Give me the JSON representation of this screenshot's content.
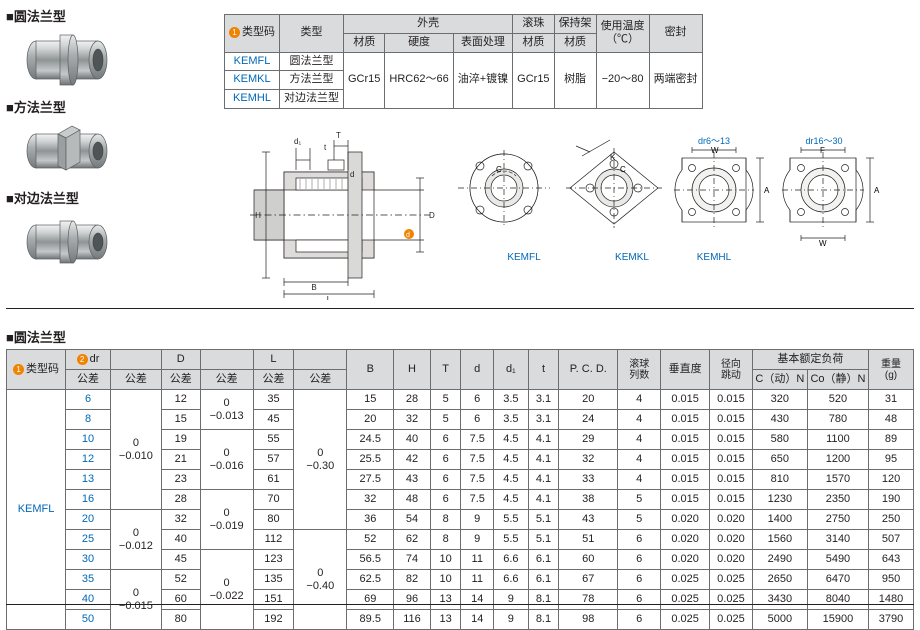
{
  "products": [
    {
      "title": "■圆法兰型",
      "img": "round-flange-bearing"
    },
    {
      "title": "■方法兰型",
      "img": "square-flange-bearing"
    },
    {
      "title": "■对边法兰型",
      "img": "opposite-side-flange-bearing"
    }
  ],
  "spec_table": {
    "headers": {
      "type_code": "类型码",
      "type": "类型",
      "shell": "外壳",
      "shell_material": "材质",
      "shell_hardness": "硬度",
      "shell_surface": "表面处理",
      "ball": "滚珠",
      "ball_material": "材质",
      "retainer": "保持架",
      "retainer_material": "材质",
      "temp": "使用温度",
      "temp_unit": "（℃）",
      "seal": "密封"
    },
    "badge": "1",
    "rows": [
      {
        "code": "KEMFL",
        "type": "圆法兰型"
      },
      {
        "code": "KEMKL",
        "type": "方法兰型"
      },
      {
        "code": "KEMHL",
        "type": "对边法兰型"
      }
    ],
    "merged": {
      "shell_material": "GCr15",
      "shell_hardness": "HRC62～66",
      "shell_surface": "油淬+镀镍",
      "ball_material": "GCr15",
      "retainer_material": "树脂",
      "temp": "−20～80",
      "seal": "两端密封"
    }
  },
  "drawing": {
    "labels": [
      "d",
      "d₁",
      "t",
      "T",
      "H",
      "B",
      "L",
      "D",
      "C",
      "K",
      "W",
      "A",
      "F",
      "dr6～13",
      "dr16～30"
    ],
    "captions": [
      "KEMFL",
      "KEMKL",
      "KEMHL"
    ]
  },
  "dim_section_title": "■圆法兰型",
  "dim_table": {
    "badge1": "1",
    "badge2": "2",
    "headers": {
      "type_code": "类型码",
      "dr": "dr",
      "dr_tol": "公差",
      "D": "D",
      "D_tol": "公差",
      "L": "L",
      "L_tol": "公差",
      "B": "B",
      "H": "H",
      "T": "T",
      "d": "d",
      "d1": "d₁",
      "t": "t",
      "pcd": "P. C. D.",
      "ball_rows": "滚球列数",
      "perp": "垂直度",
      "radial": "径向跳动",
      "load": "基本额定负荷",
      "load_dyn": "C（动）N",
      "load_stat": "Co（静）N",
      "weight": "重量",
      "weight_unit": "(g)"
    },
    "type_code_value": "KEMFL",
    "rows": [
      {
        "dr": "6",
        "D": "12",
        "L": "35",
        "B": "15",
        "H": "28",
        "T": "5",
        "d": "6",
        "d1": "3.5",
        "t": "3.1",
        "pcd": "20",
        "ball_rows": "4",
        "perp": "0.015",
        "radial": "0.015",
        "c": "320",
        "co": "520",
        "w": "31"
      },
      {
        "dr": "8",
        "D": "15",
        "L": "45",
        "B": "20",
        "H": "32",
        "T": "5",
        "d": "6",
        "d1": "3.5",
        "t": "3.1",
        "pcd": "24",
        "ball_rows": "4",
        "perp": "0.015",
        "radial": "0.015",
        "c": "430",
        "co": "780",
        "w": "48"
      },
      {
        "dr": "10",
        "D": "19",
        "L": "55",
        "B": "24.5",
        "H": "40",
        "T": "6",
        "d": "7.5",
        "d1": "4.5",
        "t": "4.1",
        "pcd": "29",
        "ball_rows": "4",
        "perp": "0.015",
        "radial": "0.015",
        "c": "580",
        "co": "1100",
        "w": "89"
      },
      {
        "dr": "12",
        "D": "21",
        "L": "57",
        "B": "25.5",
        "H": "42",
        "T": "6",
        "d": "7.5",
        "d1": "4.5",
        "t": "4.1",
        "pcd": "32",
        "ball_rows": "4",
        "perp": "0.015",
        "radial": "0.015",
        "c": "650",
        "co": "1200",
        "w": "95"
      },
      {
        "dr": "13",
        "D": "23",
        "L": "61",
        "B": "27.5",
        "H": "43",
        "T": "6",
        "d": "7.5",
        "d1": "4.5",
        "t": "4.1",
        "pcd": "33",
        "ball_rows": "4",
        "perp": "0.015",
        "radial": "0.015",
        "c": "810",
        "co": "1570",
        "w": "120"
      },
      {
        "dr": "16",
        "D": "28",
        "L": "70",
        "B": "32",
        "H": "48",
        "T": "6",
        "d": "7.5",
        "d1": "4.5",
        "t": "4.1",
        "pcd": "38",
        "ball_rows": "5",
        "perp": "0.015",
        "radial": "0.015",
        "c": "1230",
        "co": "2350",
        "w": "190"
      },
      {
        "dr": "20",
        "D": "32",
        "L": "80",
        "B": "36",
        "H": "54",
        "T": "8",
        "d": "9",
        "d1": "5.5",
        "t": "5.1",
        "pcd": "43",
        "ball_rows": "5",
        "perp": "0.020",
        "radial": "0.020",
        "c": "1400",
        "co": "2750",
        "w": "250"
      },
      {
        "dr": "25",
        "D": "40",
        "L": "112",
        "B": "52",
        "H": "62",
        "T": "8",
        "d": "9",
        "d1": "5.5",
        "t": "5.1",
        "pcd": "51",
        "ball_rows": "6",
        "perp": "0.020",
        "radial": "0.020",
        "c": "1560",
        "co": "3140",
        "w": "507"
      },
      {
        "dr": "30",
        "D": "45",
        "L": "123",
        "B": "56.5",
        "H": "74",
        "T": "10",
        "d": "11",
        "d1": "6.6",
        "t": "6.1",
        "pcd": "60",
        "ball_rows": "6",
        "perp": "0.020",
        "radial": "0.020",
        "c": "2490",
        "co": "5490",
        "w": "643"
      },
      {
        "dr": "35",
        "D": "52",
        "L": "135",
        "B": "62.5",
        "H": "82",
        "T": "10",
        "d": "11",
        "d1": "6.6",
        "t": "6.1",
        "pcd": "67",
        "ball_rows": "6",
        "perp": "0.025",
        "radial": "0.025",
        "c": "2650",
        "co": "6470",
        "w": "950"
      },
      {
        "dr": "40",
        "D": "60",
        "L": "151",
        "B": "69",
        "H": "96",
        "T": "13",
        "d": "14",
        "d1": "9",
        "t": "8.1",
        "pcd": "78",
        "ball_rows": "6",
        "perp": "0.025",
        "radial": "0.025",
        "c": "3430",
        "co": "8040",
        "w": "1480"
      },
      {
        "dr": "50",
        "D": "80",
        "L": "192",
        "B": "89.5",
        "H": "116",
        "T": "13",
        "d": "14",
        "d1": "9",
        "t": "8.1",
        "pcd": "98",
        "ball_rows": "6",
        "perp": "0.025",
        "radial": "0.025",
        "c": "5000",
        "co": "15900",
        "w": "3790"
      }
    ],
    "dr_tol_groups": [
      {
        "label": "0\n−0.010",
        "rows": 6
      },
      {
        "label": "0\n−0.012",
        "rows": 3
      },
      {
        "label": "0\n−0.015",
        "rows": 3
      }
    ],
    "D_tol_groups": [
      {
        "label": "0\n−0.013",
        "rows": 2
      },
      {
        "label": "0\n−0.016",
        "rows": 3
      },
      {
        "label": "0\n−0.019",
        "rows": 3
      },
      {
        "label": "0\n−0.022",
        "rows": 4
      }
    ],
    "L_tol_groups": [
      {
        "label": "0\n−0.30",
        "rows": 7
      },
      {
        "label": "0\n−0.40",
        "rows": 5
      }
    ]
  },
  "colors": {
    "accent_blue": "#0068b7",
    "badge_orange": "#f08300",
    "header_gray": "#d9dbdc",
    "line_gray": "#6c6d70",
    "text": "#231f20"
  }
}
